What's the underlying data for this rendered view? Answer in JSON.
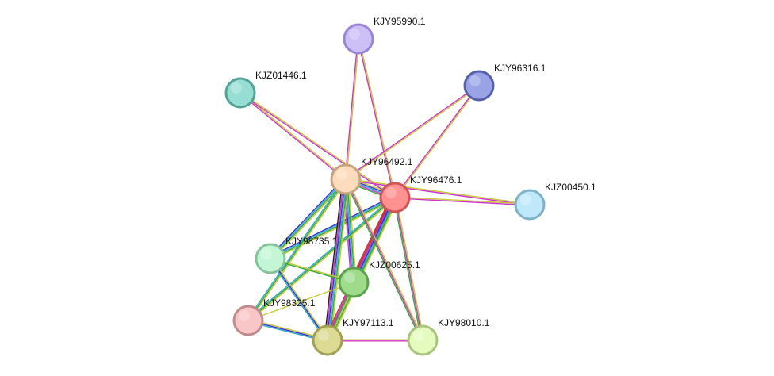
{
  "nodes": [
    {
      "id": "KJY95990.1",
      "fill": "#cbbff6",
      "stroke": "#9b85d6"
    },
    {
      "id": "KJY96316.1",
      "fill": "#9aa3e6",
      "stroke": "#5560a8"
    },
    {
      "id": "KJZ01446.1",
      "fill": "#96ded4",
      "stroke": "#55a295"
    },
    {
      "id": "KJY96492.1",
      "fill": "#fddcbd",
      "stroke": "#c9a27e"
    },
    {
      "id": "KJY96476.1",
      "fill": "#ff9191",
      "stroke": "#cc5555"
    },
    {
      "id": "KJZ00450.1",
      "fill": "#c0e8fb",
      "stroke": "#7fb1c8"
    },
    {
      "id": "KJY98735.1",
      "fill": "#c4f6d6",
      "stroke": "#86c29a"
    },
    {
      "id": "KJZ00625.1",
      "fill": "#9edc8c",
      "stroke": "#5aa24b"
    },
    {
      "id": "KJY98325.1",
      "fill": "#f8c6c6",
      "stroke": "#c18b8b"
    },
    {
      "id": "KJY97113.1",
      "fill": "#ddda94",
      "stroke": "#a29f57"
    },
    {
      "id": "KJY98010.1",
      "fill": "#e4fbbd",
      "stroke": "#a9c47e"
    }
  ],
  "edges": [
    {
      "a": "KJY95990.1",
      "b": "KJY96492.1",
      "colors": [
        "#c8c83a",
        "#cc33cc"
      ]
    },
    {
      "a": "KJY95990.1",
      "b": "KJY96476.1",
      "colors": [
        "#c8c83a",
        "#cc33cc"
      ]
    },
    {
      "a": "KJY96316.1",
      "b": "KJY96492.1",
      "colors": [
        "#c8c83a",
        "#cc33cc"
      ]
    },
    {
      "a": "KJY96316.1",
      "b": "KJY96476.1",
      "colors": [
        "#c8c83a",
        "#cc33cc"
      ]
    },
    {
      "a": "KJZ01446.1",
      "b": "KJY96492.1",
      "colors": [
        "#c8c83a",
        "#cc33cc"
      ]
    },
    {
      "a": "KJZ01446.1",
      "b": "KJY96476.1",
      "colors": [
        "#c8c83a",
        "#cc33cc"
      ]
    },
    {
      "a": "KJY96492.1",
      "b": "KJY96476.1",
      "colors": [
        "#c8c83a",
        "#3333cc",
        "#33aacc",
        "#cc33cc",
        "#33aa33"
      ]
    },
    {
      "a": "KJY96492.1",
      "b": "KJZ00450.1",
      "colors": [
        "#c8c83a",
        "#cc33cc"
      ]
    },
    {
      "a": "KJY96476.1",
      "b": "KJZ00450.1",
      "colors": [
        "#c8c83a",
        "#cc33cc"
      ]
    },
    {
      "a": "KJY96492.1",
      "b": "KJY98735.1",
      "colors": [
        "#c8c83a",
        "#33aa33",
        "#33aacc",
        "#3333cc"
      ]
    },
    {
      "a": "KJY96476.1",
      "b": "KJY98735.1",
      "colors": [
        "#c8c83a",
        "#33aa33",
        "#33aacc",
        "#3333cc"
      ]
    },
    {
      "a": "KJY96492.1",
      "b": "KJZ00625.1",
      "colors": [
        "#c8c83a",
        "#33aa33",
        "#33aacc",
        "#3333cc",
        "#cc33cc"
      ]
    },
    {
      "a": "KJY96476.1",
      "b": "KJZ00625.1",
      "colors": [
        "#c8c83a",
        "#33aa33",
        "#33aacc",
        "#cc33cc",
        "#3333cc",
        "#222222",
        "#cc3333"
      ]
    },
    {
      "a": "KJY96492.1",
      "b": "KJY98325.1",
      "colors": [
        "#c8c83a",
        "#33aa33",
        "#33aacc"
      ]
    },
    {
      "a": "KJY96476.1",
      "b": "KJY98325.1",
      "colors": [
        "#c8c83a",
        "#33aa33",
        "#33aacc"
      ]
    },
    {
      "a": "KJY96492.1",
      "b": "KJY97113.1",
      "colors": [
        "#c8c83a",
        "#33aa33",
        "#33aacc",
        "#3333cc",
        "#cc33cc",
        "#222222"
      ]
    },
    {
      "a": "KJY96476.1",
      "b": "KJY97113.1",
      "colors": [
        "#c8c83a",
        "#33aa33",
        "#33aacc",
        "#3333cc",
        "#cc33cc",
        "#cc3333"
      ]
    },
    {
      "a": "KJY96492.1",
      "b": "KJY98010.1",
      "colors": [
        "#c8c83a",
        "#cc33cc",
        "#33aa33"
      ]
    },
    {
      "a": "KJY96476.1",
      "b": "KJY98010.1",
      "colors": [
        "#c8c83a",
        "#cc33cc",
        "#33aa33"
      ]
    },
    {
      "a": "KJY98735.1",
      "b": "KJZ00625.1",
      "colors": [
        "#c8c83a",
        "#33aa33"
      ]
    },
    {
      "a": "KJY98735.1",
      "b": "KJY97113.1",
      "colors": [
        "#c8c83a",
        "#3333cc",
        "#33aacc"
      ]
    },
    {
      "a": "KJY98325.1",
      "b": "KJY97113.1",
      "colors": [
        "#c8c83a",
        "#3333cc",
        "#33aacc"
      ]
    },
    {
      "a": "KJZ00625.1",
      "b": "KJY97113.1",
      "colors": [
        "#c8c83a",
        "#33aa33",
        "#cc33cc"
      ]
    },
    {
      "a": "KJZ00625.1",
      "b": "KJY98325.1",
      "colors": [
        "#c8c83a"
      ]
    },
    {
      "a": "KJY97113.1",
      "b": "KJY98010.1",
      "colors": [
        "#c8c83a",
        "#cc33cc"
      ]
    }
  ]
}
